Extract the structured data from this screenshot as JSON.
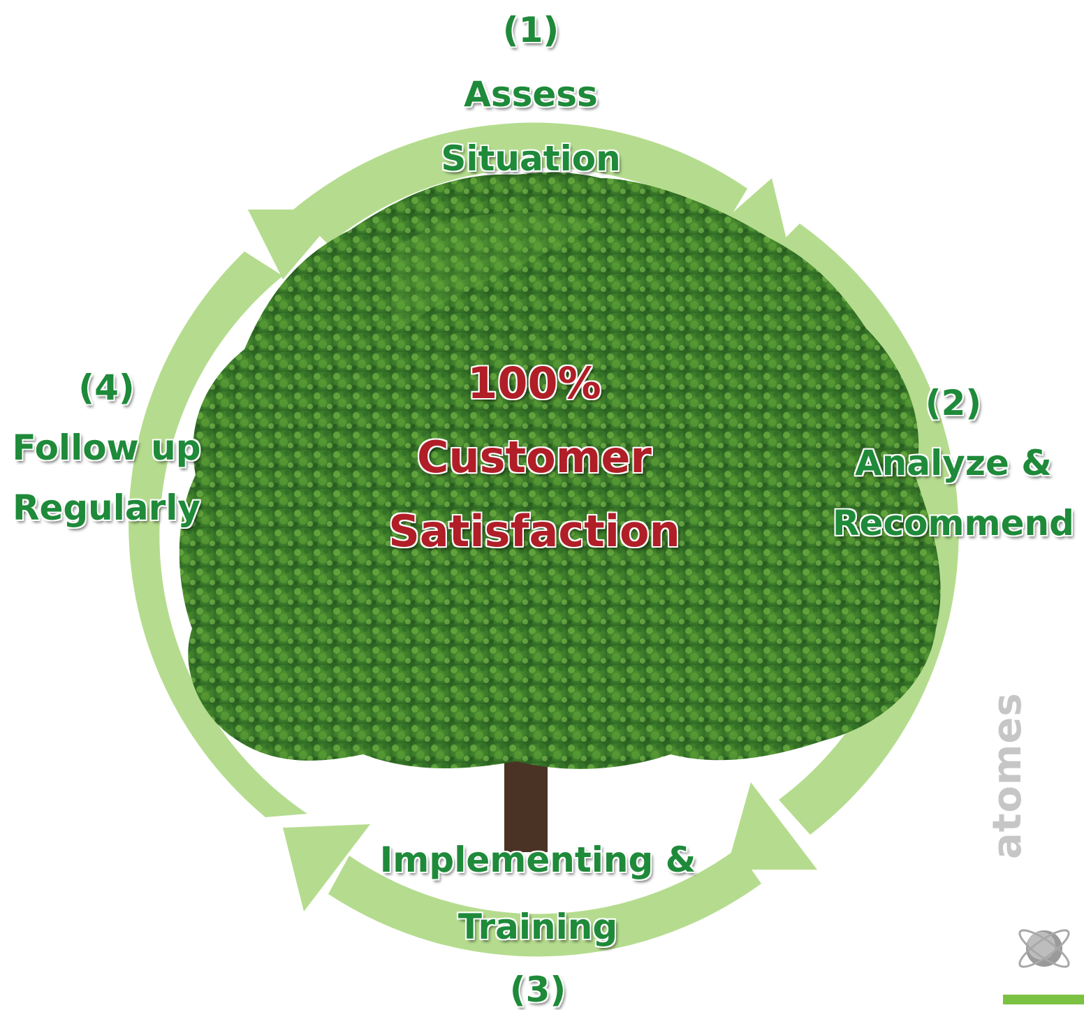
{
  "colors": {
    "cycle_arrow": "#b5dc8e",
    "step_text": "#1e8a3a",
    "center_text": "#b01e27",
    "foliage_dark": "#2f6d24",
    "foliage_light": "#66a83c",
    "trunk": "#4a3325",
    "logo_text": "#c6c6c6",
    "logo_bar": "#7cc242"
  },
  "center": {
    "line1": "100%",
    "line2": "Customer",
    "line3": "Satisfaction"
  },
  "steps": [
    {
      "number": "(1)",
      "line1": "Assess",
      "line2": "Situation"
    },
    {
      "number": "(2)",
      "line1": "Analyze &",
      "line2": "Recommend"
    },
    {
      "number": "(3)",
      "line1": "Implementing &",
      "line2": "Training"
    },
    {
      "number": "(4)",
      "line1": "Follow up",
      "line2": "Regularly"
    }
  ],
  "logo": {
    "text": "atomes",
    "icon": "atom-icon"
  }
}
